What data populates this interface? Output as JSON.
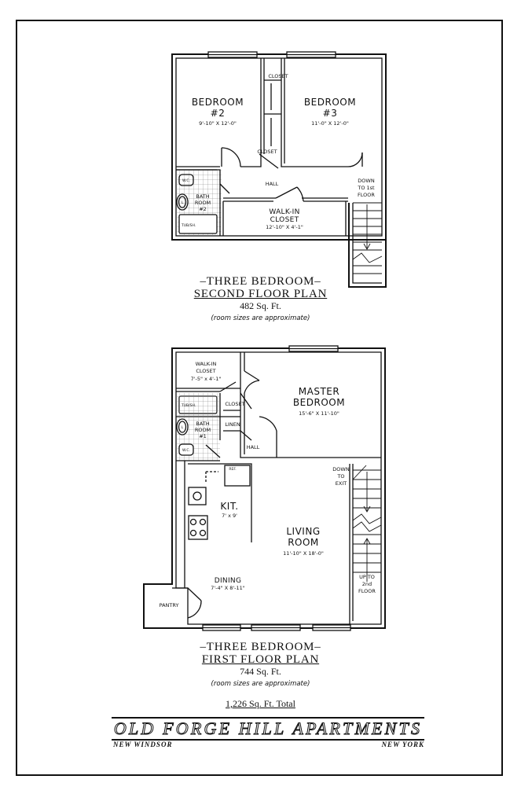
{
  "second_floor": {
    "rooms": {
      "bedroom2": {
        "name": "BEDROOM",
        "num": "#2",
        "size": "9'-10\" X 12'-0\""
      },
      "bedroom3": {
        "name": "BEDROOM",
        "num": "#3",
        "size": "11'-0\" X 12'-0\""
      },
      "closet_top": "CLOSET",
      "closet_bottom": "CLOSET",
      "hall": "HALL",
      "bath": {
        "line1": "BATH",
        "line2": "ROOM",
        "num": "#2"
      },
      "wc": "W.C.",
      "lav": "L",
      "tub": "TUB/SH.",
      "walkin": {
        "line1": "WALK-IN",
        "line2": "CLOSET",
        "size": "12'-10\" X 4'-1\""
      },
      "stairs": {
        "line1": "DOWN",
        "line2": "TO 1st",
        "line3": "FLOOR"
      }
    },
    "caption": {
      "title": "–THREE BEDROOM–",
      "subtitle": "SECOND FLOOR PLAN",
      "sqft": "482 Sq. Ft.",
      "note": "(room sizes are approximate)"
    }
  },
  "first_floor": {
    "rooms": {
      "walkin": {
        "line1": "WALK-IN",
        "line2": "CLOSET",
        "size": "7'-5\" x 4'-1\""
      },
      "master": {
        "line1": "MASTER",
        "line2": "BEDROOM",
        "size": "15'-6\" X 11'-10\""
      },
      "tub": "TUB/SH.",
      "closet": "CLOSET",
      "linen": "LINEN",
      "bath": {
        "line1": "BATH",
        "line2": "ROOM",
        "num": "#1"
      },
      "lav": "L",
      "wc": "W.C.",
      "hall": "HALL",
      "ref": "REF.",
      "kit": {
        "name": "KIT.",
        "size": "7' x 9'"
      },
      "living": {
        "line1": "LIVING",
        "line2": "ROOM",
        "size": "11'-10\" X 18'-0\""
      },
      "dining": {
        "name": "DINING",
        "size": "7'-4\" X 8'-11\""
      },
      "pantry": "PANTRY",
      "down": {
        "line1": "DOWN",
        "line2": "TO",
        "line3": "EXIT"
      },
      "up": {
        "line1": "UP TO",
        "line2": "2nd",
        "line3": "FLOOR"
      }
    },
    "caption": {
      "title": "–THREE BEDROOM–",
      "subtitle": "FIRST FLOOR PLAN",
      "sqft": "744 Sq. Ft.",
      "note": "(room sizes are approximate)"
    }
  },
  "total": "1,226 Sq. Ft. Total",
  "brand": {
    "name": "OLD FORGE HILL APARTMENTS",
    "city": "NEW WINDSOR",
    "state": "NEW YORK"
  }
}
